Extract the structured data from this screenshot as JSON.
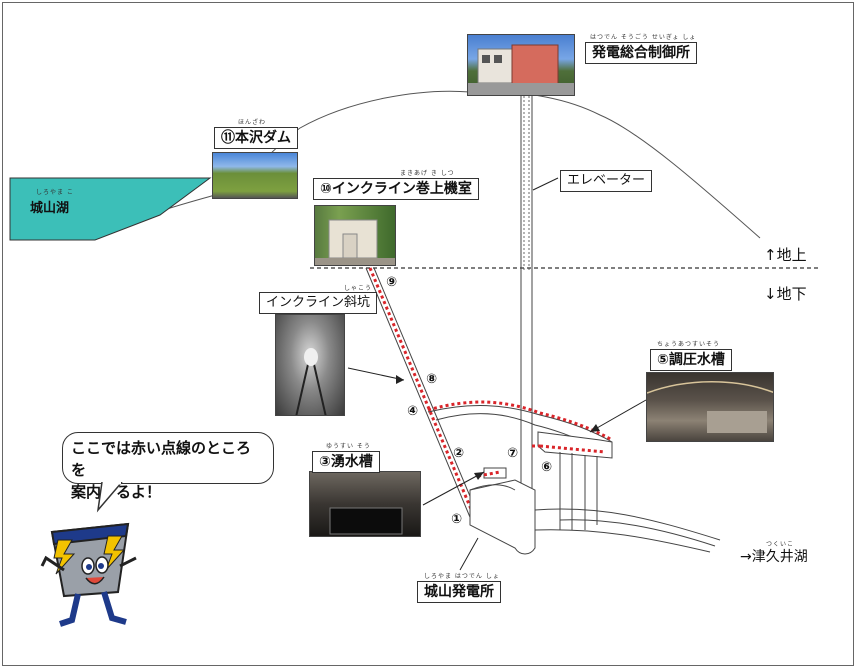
{
  "labels": {
    "control_office": "発電総合制御所",
    "control_office_ruby": "はつでん そうごう せいぎょ しょ",
    "dam": "⑪本沢ダム",
    "dam_ruby": "ほんざわ",
    "incline_room": "⑩インクライン巻上機室",
    "incline_room_ruby": "まきあげ き しつ",
    "incline_shaft": "インクライン斜坑",
    "incline_shaft_ruby": "しゃこう",
    "elevator": "エレベーター",
    "surge_tank": "⑤調圧水槽",
    "surge_tank_ruby": "ちょうあつすいそう",
    "spring_tank": "③湧水槽",
    "spring_tank_ruby": "ゆうすい そう",
    "power_station": "城山発電所",
    "power_station_ruby": "しろやま はつでん しょ",
    "lake_shiroyama": "城山湖",
    "lake_shiroyama_ruby": "しろやま こ",
    "lake_tsukui": "→津久井湖",
    "lake_tsukui_ruby": "つくいこ",
    "above_ground": "↑地上",
    "underground": "↓地下"
  },
  "numbers": [
    "①",
    "②",
    "④",
    "⑥",
    "⑦",
    "⑧",
    "⑨"
  ],
  "bubble": {
    "line1": "ここでは赤い点線のところを",
    "line2": "案内するよ！"
  },
  "colors": {
    "lake": "#3cbfb8",
    "route": "#d9252a",
    "mascot_body": "#9aa0a8",
    "mascot_cap": "#1e3a8a",
    "bolt": "#f2c200"
  },
  "icons": {
    "mascot": "electric-mascot-icon"
  }
}
